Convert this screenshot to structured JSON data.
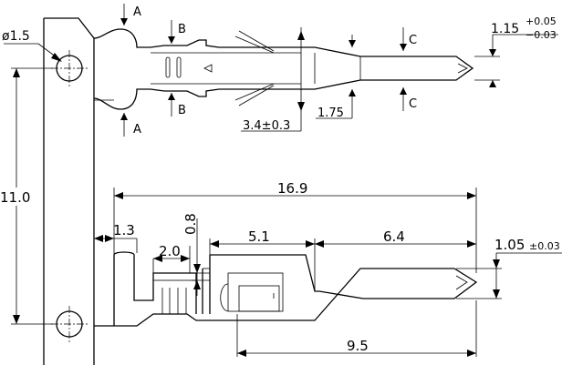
{
  "dimensions": {
    "hole_dia": "ø1.5",
    "height": "11.0",
    "length": "16.9",
    "d13": "1.3",
    "d20": "2.0",
    "d08": "0.8",
    "d51": "5.1",
    "d64": "6.4",
    "d95": "9.5",
    "d105": "1.05",
    "d105_tol": "±0.03",
    "d34": "3.4±0.3",
    "d175": "1.75",
    "d115": "1.15",
    "d115_plus": "+0.05",
    "d115_minus": "−0.03"
  },
  "section_labels": {
    "a_top": "A",
    "a_bottom": "A",
    "b_top": "B",
    "b_bottom": "B",
    "c_top": "C",
    "c_bottom": "C"
  }
}
